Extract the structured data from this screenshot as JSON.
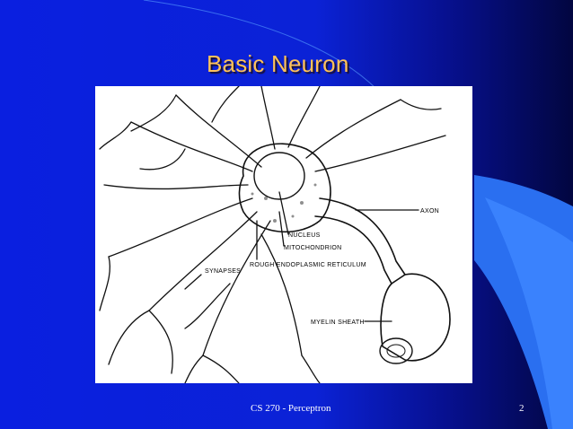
{
  "slide": {
    "title": "Basic Neuron",
    "footer_text": "CS 270 - Perceptron",
    "page_number": "2"
  },
  "figure": {
    "labels": {
      "axon": "AXON",
      "nucleus": "NUCLEUS",
      "mitochondrion": "MITOCHONDRION",
      "rough_er": "ROUGH ENDOPLASMIC RETICULUM",
      "synapses": "SYNAPSES",
      "myelin_sheath": "MYELIN SHEATH"
    }
  },
  "colors": {
    "background": "#0b22d6",
    "title": "#ffc25a",
    "accent_wave": "#2a7cf5"
  }
}
